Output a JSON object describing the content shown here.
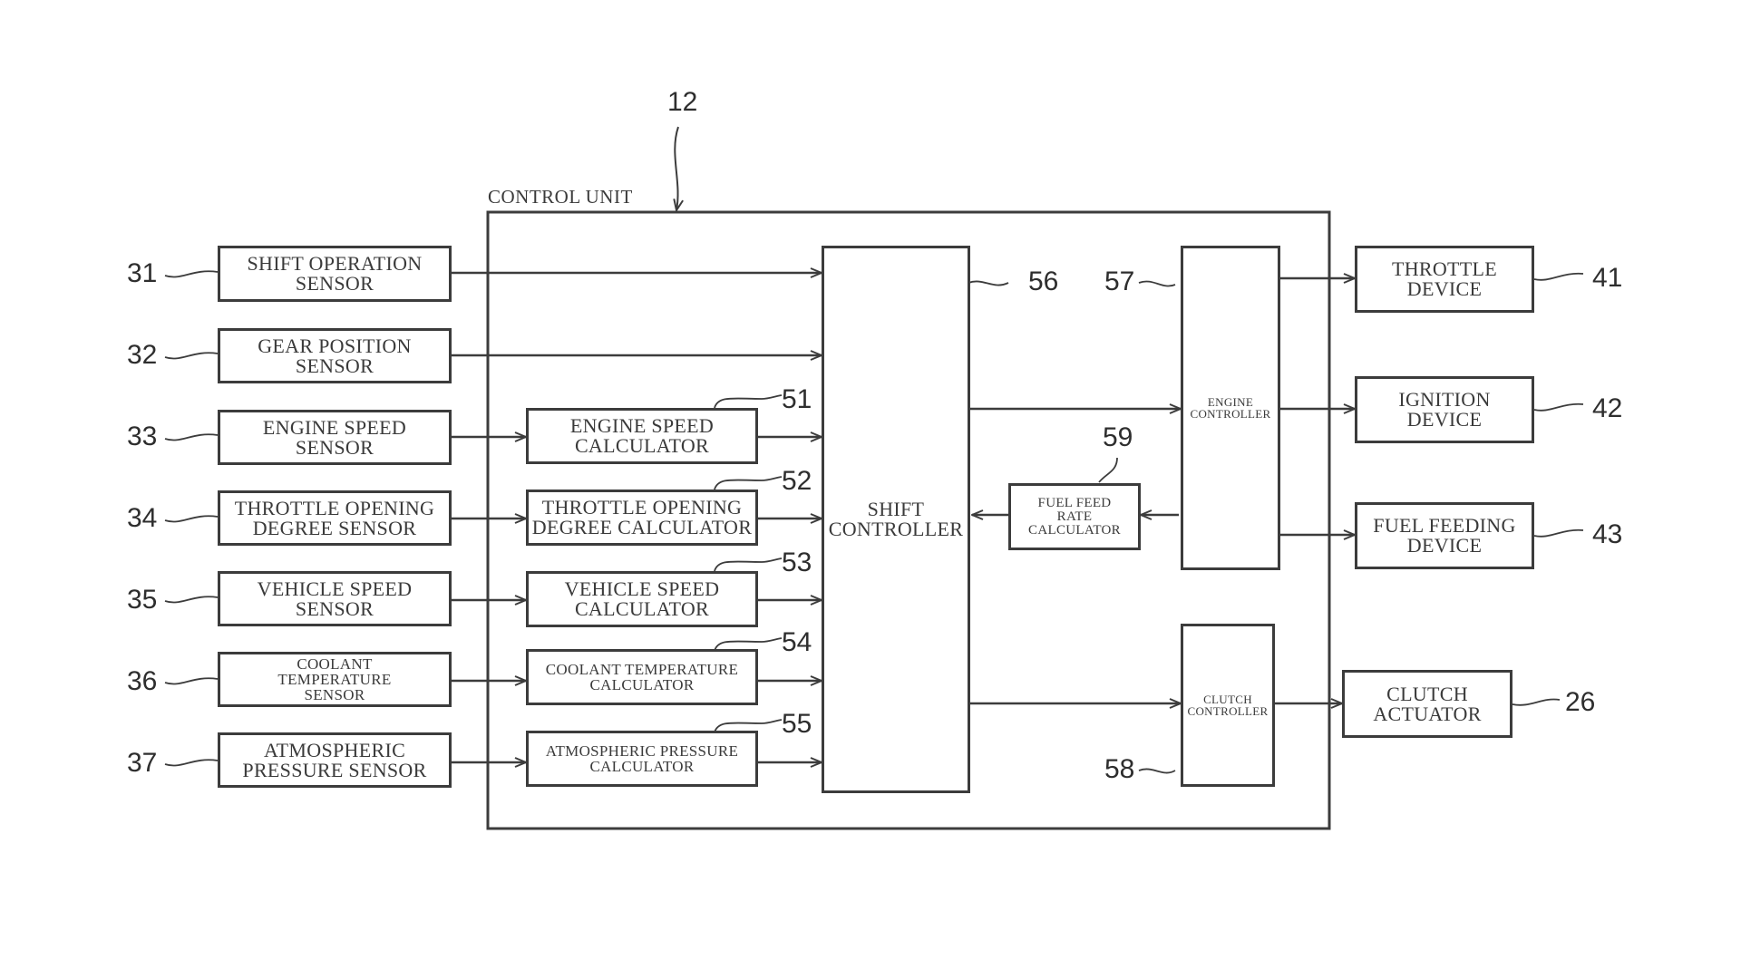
{
  "diagram": {
    "control_unit": {
      "ref": "12",
      "label": "CONTROL UNIT"
    },
    "sensors": [
      {
        "ref": "31",
        "label": "SHIFT OPERATION\nSENSOR"
      },
      {
        "ref": "32",
        "label": "GEAR POSITION\nSENSOR"
      },
      {
        "ref": "33",
        "label": "ENGINE SPEED\nSENSOR"
      },
      {
        "ref": "34",
        "label": "THROTTLE OPENING\nDEGREE SENSOR"
      },
      {
        "ref": "35",
        "label": "VEHICLE SPEED\nSENSOR"
      },
      {
        "ref": "36",
        "label": "COOLANT\nTEMPERATURE\nSENSOR"
      },
      {
        "ref": "37",
        "label": "ATMOSPHERIC\nPRESSURE SENSOR"
      }
    ],
    "calculators": [
      {
        "ref": "51",
        "label": "ENGINE SPEED\nCALCULATOR"
      },
      {
        "ref": "52",
        "label": "THROTTLE OPENING\nDEGREE CALCULATOR"
      },
      {
        "ref": "53",
        "label": "VEHICLE SPEED\nCALCULATOR"
      },
      {
        "ref": "54",
        "label": "COOLANT TEMPERATURE\nCALCULATOR"
      },
      {
        "ref": "55",
        "label": "ATMOSPHERIC PRESSURE\nCALCULATOR"
      }
    ],
    "shift_controller": {
      "ref": "56",
      "label": "SHIFT\nCONTROLLER"
    },
    "engine_controller": {
      "ref": "57",
      "label": "ENGINE\nCONTROLLER"
    },
    "clutch_controller": {
      "ref": "58",
      "label": "CLUTCH\nCONTROLLER"
    },
    "fuel_feed_rate_calculator": {
      "ref": "59",
      "label": "FUEL FEED\nRATE\nCALCULATOR"
    },
    "outputs": [
      {
        "ref": "41",
        "label": "THROTTLE\nDEVICE"
      },
      {
        "ref": "42",
        "label": "IGNITION\nDEVICE"
      },
      {
        "ref": "43",
        "label": "FUEL FEEDING\nDEVICE"
      },
      {
        "ref": "26",
        "label": "CLUTCH\nACTUATOR"
      }
    ],
    "connections": [
      {
        "from": "31",
        "to": "56"
      },
      {
        "from": "32",
        "to": "56"
      },
      {
        "from": "33",
        "to": "51"
      },
      {
        "from": "34",
        "to": "52"
      },
      {
        "from": "35",
        "to": "53"
      },
      {
        "from": "36",
        "to": "54"
      },
      {
        "from": "37",
        "to": "55"
      },
      {
        "from": "51",
        "to": "56"
      },
      {
        "from": "52",
        "to": "56"
      },
      {
        "from": "53",
        "to": "56"
      },
      {
        "from": "54",
        "to": "56"
      },
      {
        "from": "55",
        "to": "56"
      },
      {
        "from": "56",
        "to": "57"
      },
      {
        "from": "57",
        "to": "59"
      },
      {
        "from": "59",
        "to": "56"
      },
      {
        "from": "56",
        "to": "58"
      },
      {
        "from": "57",
        "to": "41"
      },
      {
        "from": "57",
        "to": "42"
      },
      {
        "from": "57",
        "to": "43"
      },
      {
        "from": "58",
        "to": "26"
      }
    ]
  }
}
